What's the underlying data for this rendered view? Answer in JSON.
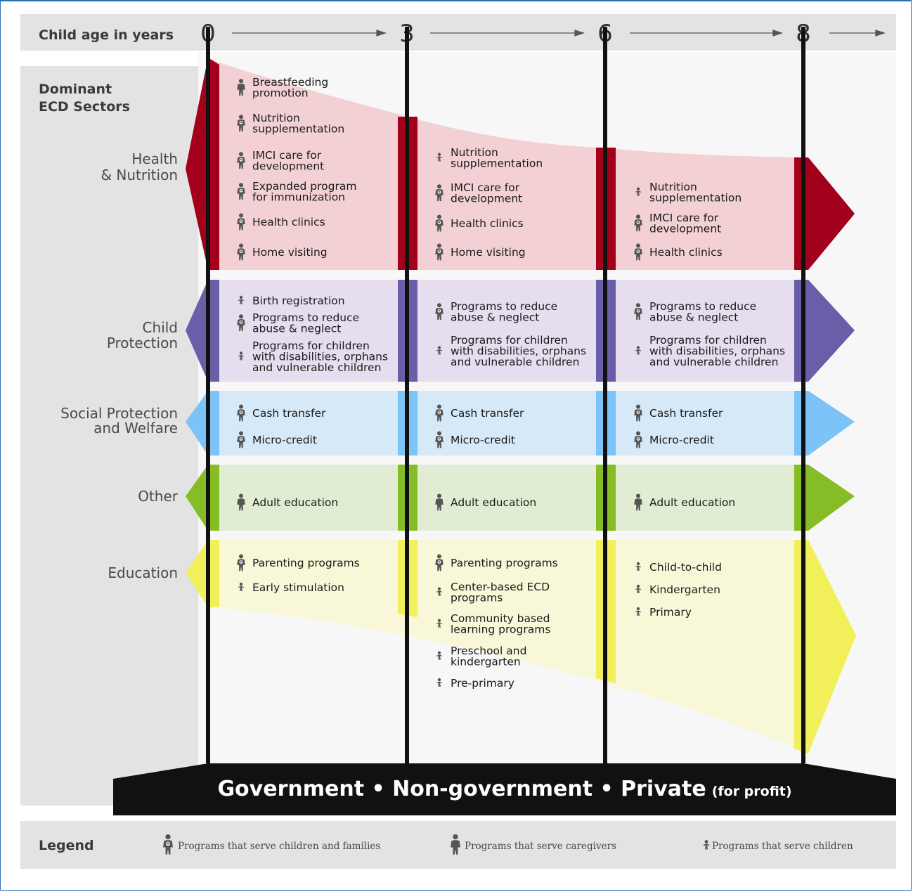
{
  "header": {
    "axis_label": "Child age in years",
    "ages": [
      "0",
      "3",
      "6",
      "8"
    ]
  },
  "sidebar": {
    "title_line1": "Dominant",
    "title_line2": "ECD Sectors"
  },
  "sectors": {
    "health": {
      "line1": "Health",
      "line2": "& Nutrition",
      "color": "#a3001b",
      "fill": "#f3d0d4"
    },
    "protection": {
      "line1": "Child",
      "line2": "Protection",
      "color": "#6b5ea8",
      "fill": "#e6ddef"
    },
    "social": {
      "line1": "Social Protection",
      "line2": "and Welfare",
      "color": "#7cc4f7",
      "fill": "#d6e9f8"
    },
    "other": {
      "line1": "Other",
      "color": "#86bc25",
      "fill": "#e1edd3"
    },
    "education": {
      "line1": "Education",
      "color": "#f1ef5a",
      "fill": "#f8f8d9"
    }
  },
  "programs": {
    "health": {
      "c1": [
        {
          "l1": "Breastfeeding",
          "l2": "promotion",
          "icon": "caregiver-icon"
        },
        {
          "l1": "Nutrition",
          "l2": "supplementation",
          "icon": "family-icon"
        },
        {
          "l1": "IMCI care for",
          "l2": "development",
          "icon": "family-icon"
        },
        {
          "l1": "Expanded program",
          "l2": "for immunization",
          "icon": "family-icon"
        },
        {
          "l1": "Health clinics",
          "icon": "family-icon"
        },
        {
          "l1": "Home visiting",
          "icon": "family-icon"
        }
      ],
      "c2": [
        {
          "l1": "Nutrition",
          "l2": "supplementation",
          "icon": "child-icon"
        },
        {
          "l1": "IMCI care for",
          "l2": "development",
          "icon": "family-icon"
        },
        {
          "l1": "Health clinics",
          "icon": "family-icon"
        },
        {
          "l1": "Home visiting",
          "icon": "family-icon"
        }
      ],
      "c3": [
        {
          "l1": "Nutrition",
          "l2": "supplementation",
          "icon": "child-icon"
        },
        {
          "l1": "IMCI care for",
          "l2": "development",
          "icon": "family-icon"
        },
        {
          "l1": "Health clinics",
          "icon": "family-icon"
        }
      ]
    },
    "protection": {
      "c1": [
        {
          "l1": "Birth registration",
          "icon": "child-icon"
        },
        {
          "l1": "Programs to reduce",
          "l2": "abuse & neglect",
          "icon": "family-icon"
        },
        {
          "l1": "Programs for children",
          "l2": "with disabilities, orphans",
          "l3": "and vulnerable children",
          "icon": "child-icon"
        }
      ],
      "c2": [
        {
          "l1": "Programs to reduce",
          "l2": "abuse & neglect",
          "icon": "family-icon"
        },
        {
          "l1": "Programs for children",
          "l2": "with disabilities, orphans",
          "l3": "and vulnerable children",
          "icon": "child-icon"
        }
      ],
      "c3": [
        {
          "l1": "Programs to reduce",
          "l2": "abuse & neglect",
          "icon": "family-icon"
        },
        {
          "l1": "Programs for children",
          "l2": "with disabilities, orphans",
          "l3": "and vulnerable children",
          "icon": "child-icon"
        }
      ]
    },
    "social": {
      "c1": [
        {
          "l1": "Cash transfer",
          "icon": "family-icon"
        },
        {
          "l1": "Micro-credit",
          "icon": "family-icon"
        }
      ],
      "c2": [
        {
          "l1": "Cash transfer",
          "icon": "family-icon"
        },
        {
          "l1": "Micro-credit",
          "icon": "family-icon"
        }
      ],
      "c3": [
        {
          "l1": "Cash transfer",
          "icon": "family-icon"
        },
        {
          "l1": "Micro-credit",
          "icon": "family-icon"
        }
      ]
    },
    "other": {
      "c1": [
        {
          "l1": "Adult education",
          "icon": "caregiver-icon"
        }
      ],
      "c2": [
        {
          "l1": "Adult education",
          "icon": "caregiver-icon"
        }
      ],
      "c3": [
        {
          "l1": "Adult education",
          "icon": "caregiver-icon"
        }
      ]
    },
    "education": {
      "c1": [
        {
          "l1": "Parenting programs",
          "icon": "family-icon"
        },
        {
          "l1": "Early stimulation",
          "icon": "child-icon"
        }
      ],
      "c2": [
        {
          "l1": "Parenting programs",
          "icon": "family-icon"
        },
        {
          "l1": "Center-based ECD",
          "l2": "programs",
          "icon": "child-icon"
        },
        {
          "l1": "Community based",
          "l2": "learning programs",
          "icon": "child-icon"
        },
        {
          "l1": "Preschool and",
          "l2": "kindergarten",
          "icon": "child-icon"
        },
        {
          "l1": "Pre-primary",
          "icon": "child-icon"
        }
      ],
      "c3": [
        {
          "l1": "Child-to-child",
          "icon": "child-icon"
        },
        {
          "l1": "Kindergarten",
          "icon": "child-icon"
        },
        {
          "l1": "Primary",
          "icon": "child-icon"
        }
      ]
    }
  },
  "banner": {
    "main": "Government • Non-government • Private",
    "sub": "(for profit)"
  },
  "legend": {
    "title": "Legend",
    "family": "Programs that serve children and families",
    "caregiver": "Programs that serve caregivers",
    "child": "Programs that serve children"
  }
}
